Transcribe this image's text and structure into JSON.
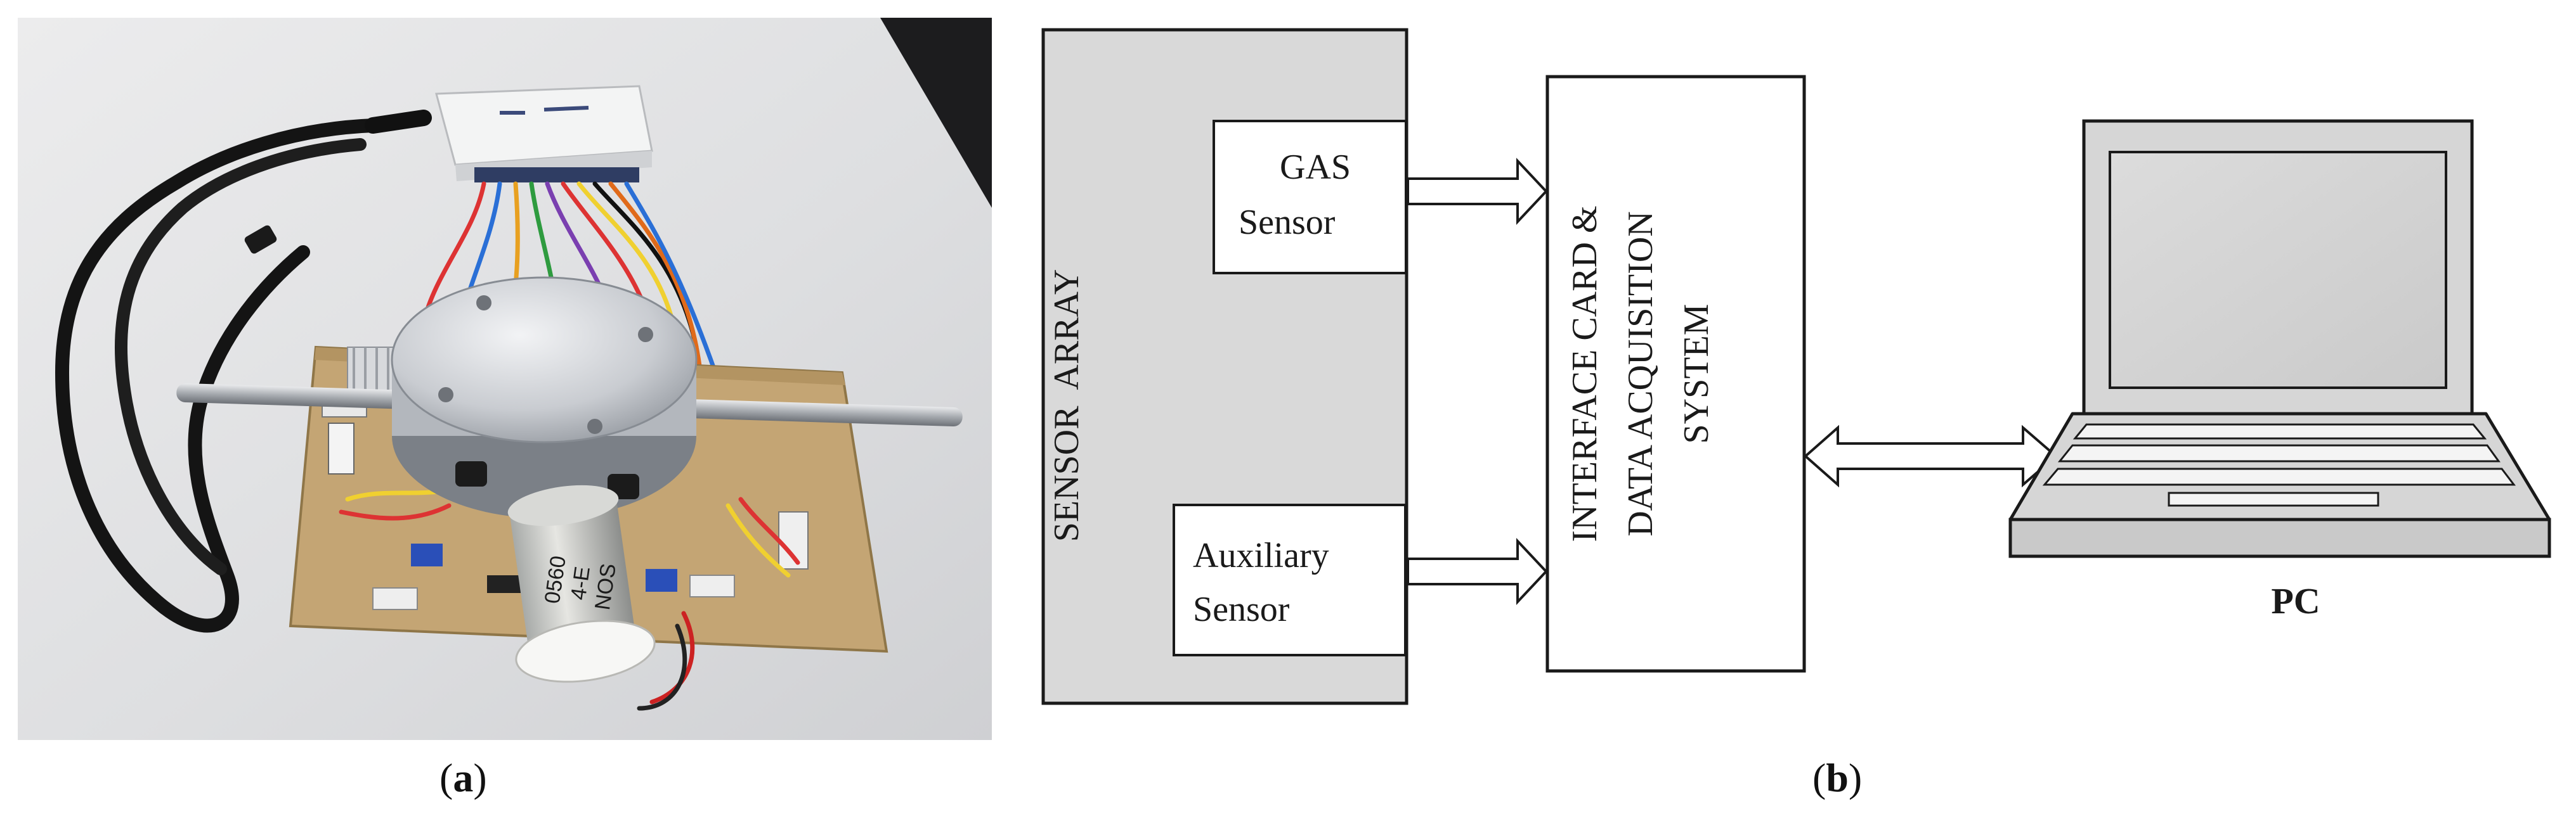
{
  "panel_a": {
    "caption": {
      "open": "(",
      "letter": "a",
      "close": ")"
    },
    "device_label_lines": [
      "0560",
      "4-E",
      "NOS"
    ]
  },
  "panel_b": {
    "caption": {
      "open": "(",
      "letter": "b",
      "close": ")"
    },
    "sensor_array_label": "SENSOR  ARRAY",
    "gas_sensor": {
      "line1": "GAS",
      "line2": "Sensor"
    },
    "aux_sensor": {
      "line1": "Auxiliary",
      "line2": "Sensor"
    },
    "interface": {
      "line1": "INTERFACE CARD &",
      "line2": "DATA ACQUISITION",
      "line3": "SYSTEM"
    },
    "pc_label": "PC",
    "colors": {
      "array_fill": "#d9d9d9",
      "laptop_fill": "#d6d6d6",
      "outline": "#1a1a1a"
    }
  }
}
